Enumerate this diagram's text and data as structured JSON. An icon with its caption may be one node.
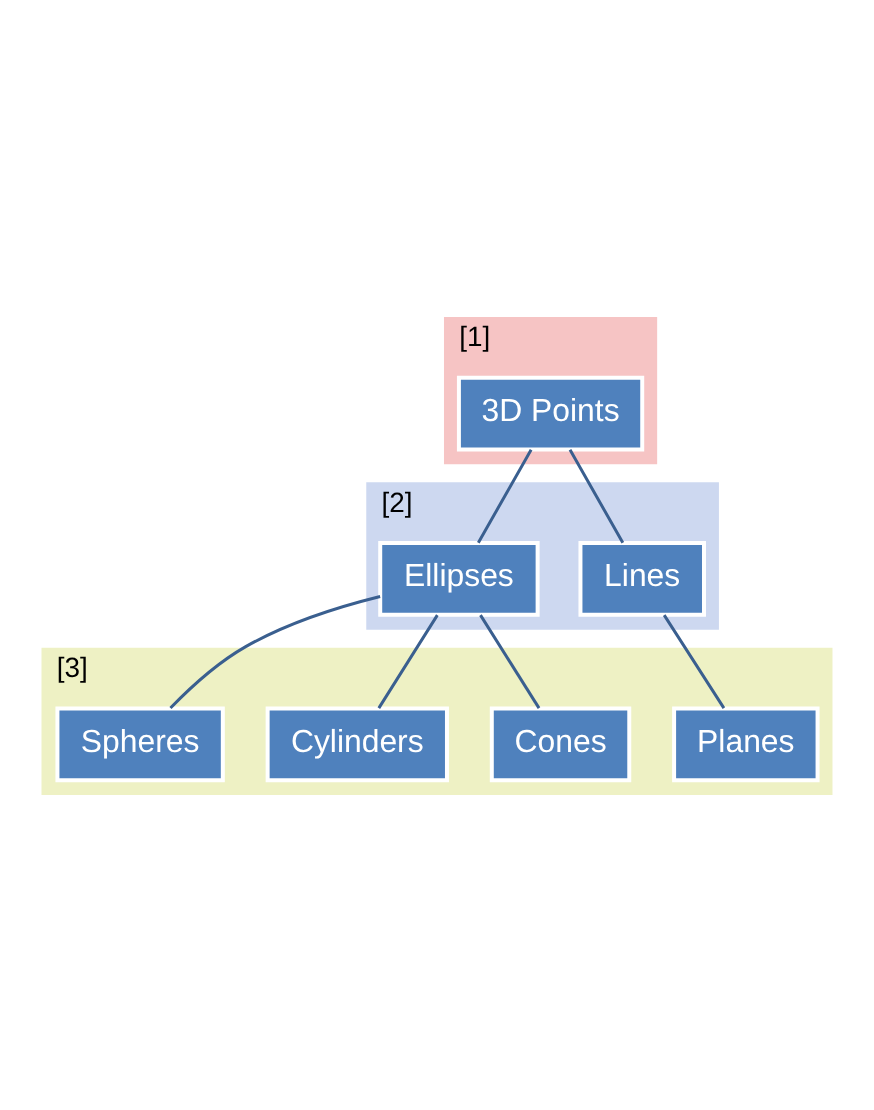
{
  "diagram": {
    "nodes": [
      {
        "text": [
          "[1]"
        ]
      },
      {
        "text": [
          "3D Points"
        ],
        "in": 0
      },
      {
        "text": [
          "[2]"
        ]
      },
      {
        "text": [
          "Lines"
        ],
        "in": 2
      },
      {
        "text": [
          "Ellipses"
        ],
        "in": 2
      },
      {
        "text": [
          "[3]"
        ]
      },
      {
        "text": [
          "Planes"
        ],
        "in": 5
      },
      {
        "text": [
          "Cones"
        ],
        "in": 5
      },
      {
        "text": [
          "Cylinders"
        ],
        "in": 5
      },
      {
        "text": [
          "Spheres"
        ],
        "in": 5
      }
    ],
    "edges": [
      {
        "from": 1,
        "to": 3,
        "arrow": "none"
      },
      {
        "from": 1,
        "to": 4,
        "arrow": "none"
      },
      {
        "from": 3,
        "to": 6,
        "arrow": "none"
      },
      {
        "from": 4,
        "to": 7,
        "arrow": "none"
      },
      {
        "from": 4,
        "to": 8,
        "arrow": "none"
      },
      {
        "from": 4,
        "to": 9,
        "arrow": "none"
      }
    ]
  }
}
